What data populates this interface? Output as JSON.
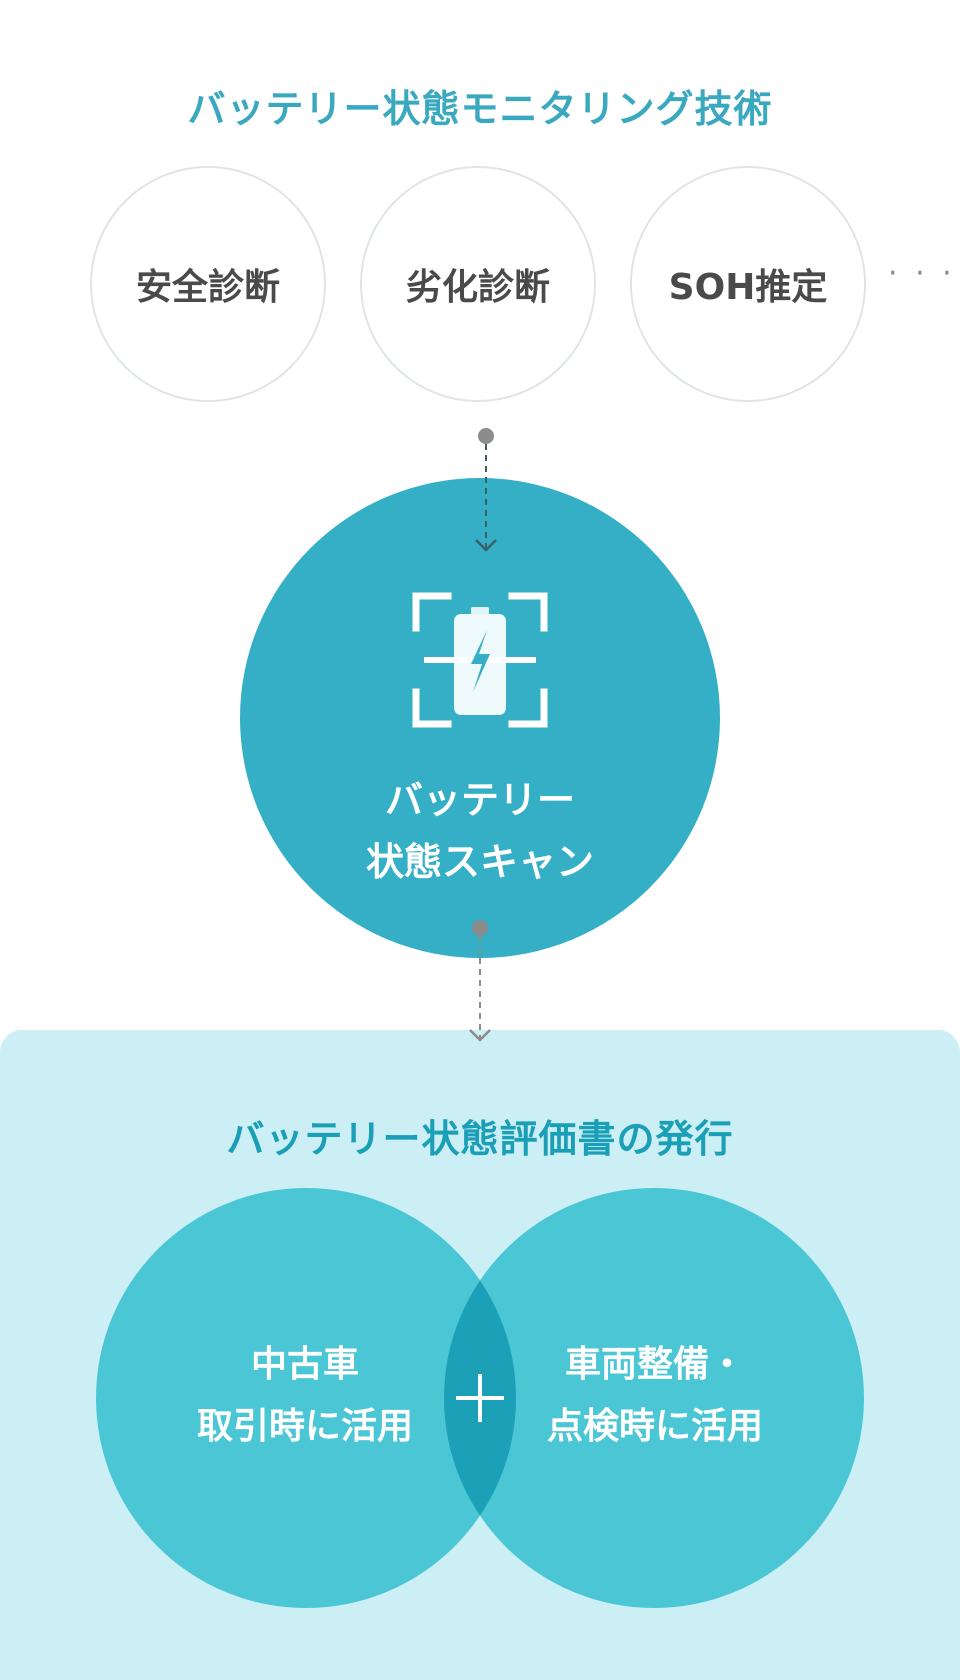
{
  "header": {
    "title": "バッテリー状態モニタリング技術"
  },
  "techniques": [
    {
      "label": "安全診断"
    },
    {
      "label": "劣化診断"
    },
    {
      "label": "SOH推定"
    }
  ],
  "more_indicator": "· · ·",
  "scan": {
    "line1": "バッテリー",
    "line2": "状態スキャン",
    "icon": "battery-scan-icon"
  },
  "output": {
    "title": "バッテリー状態評価書の発行",
    "left": {
      "line1": "中古車",
      "line2": "取引時に活用"
    },
    "right": {
      "line1": "車両整備・",
      "line2": "点検時に活用"
    },
    "join_symbol": "+"
  },
  "colors": {
    "title_top": "#3aa9c0",
    "scan_circle": "#35afc6",
    "panel_bg": "#cbeff5",
    "venn_circle": "#4bc6d5",
    "venn_overlap": "#1ba0b7",
    "title_bottom": "#1a9fb6",
    "tech_text": "#4a4a4a"
  }
}
